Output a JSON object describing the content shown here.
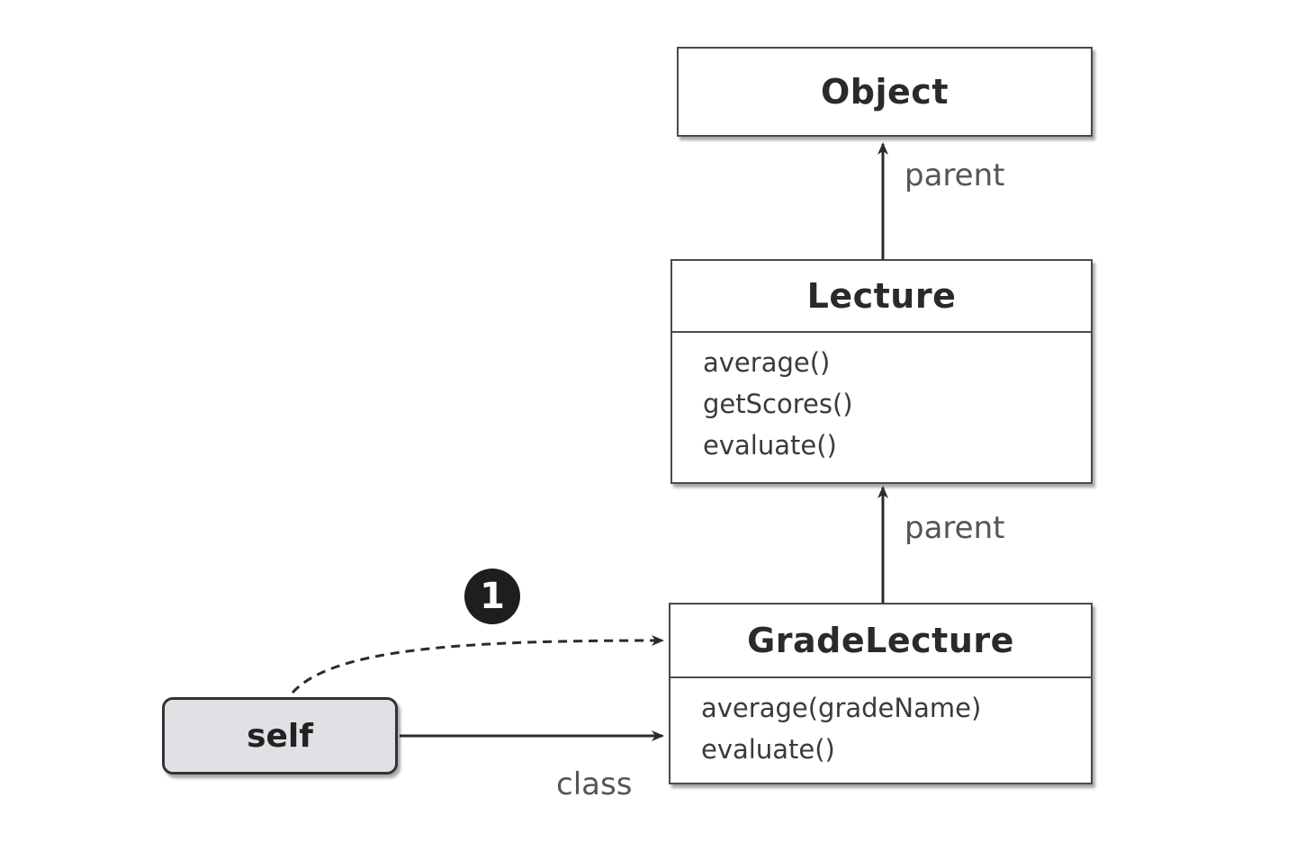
{
  "classes": {
    "object": {
      "name": "Object"
    },
    "lecture": {
      "name": "Lecture",
      "methods": [
        "average()",
        "getScores()",
        "evaluate()"
      ]
    },
    "grade_lecture": {
      "name": "GradeLecture",
      "methods": [
        "average(gradeName)",
        "evaluate()"
      ]
    }
  },
  "instance": {
    "label": "self"
  },
  "edges": {
    "lecture_to_object": "parent",
    "grade_to_lecture": "parent",
    "self_to_grade": "class"
  },
  "step_marker": "1",
  "colors": {
    "box_border": "#4a4a4a",
    "self_fill": "#e1e1e5",
    "arrow": "#2b2b2b",
    "badge": "#1e1e1e"
  }
}
